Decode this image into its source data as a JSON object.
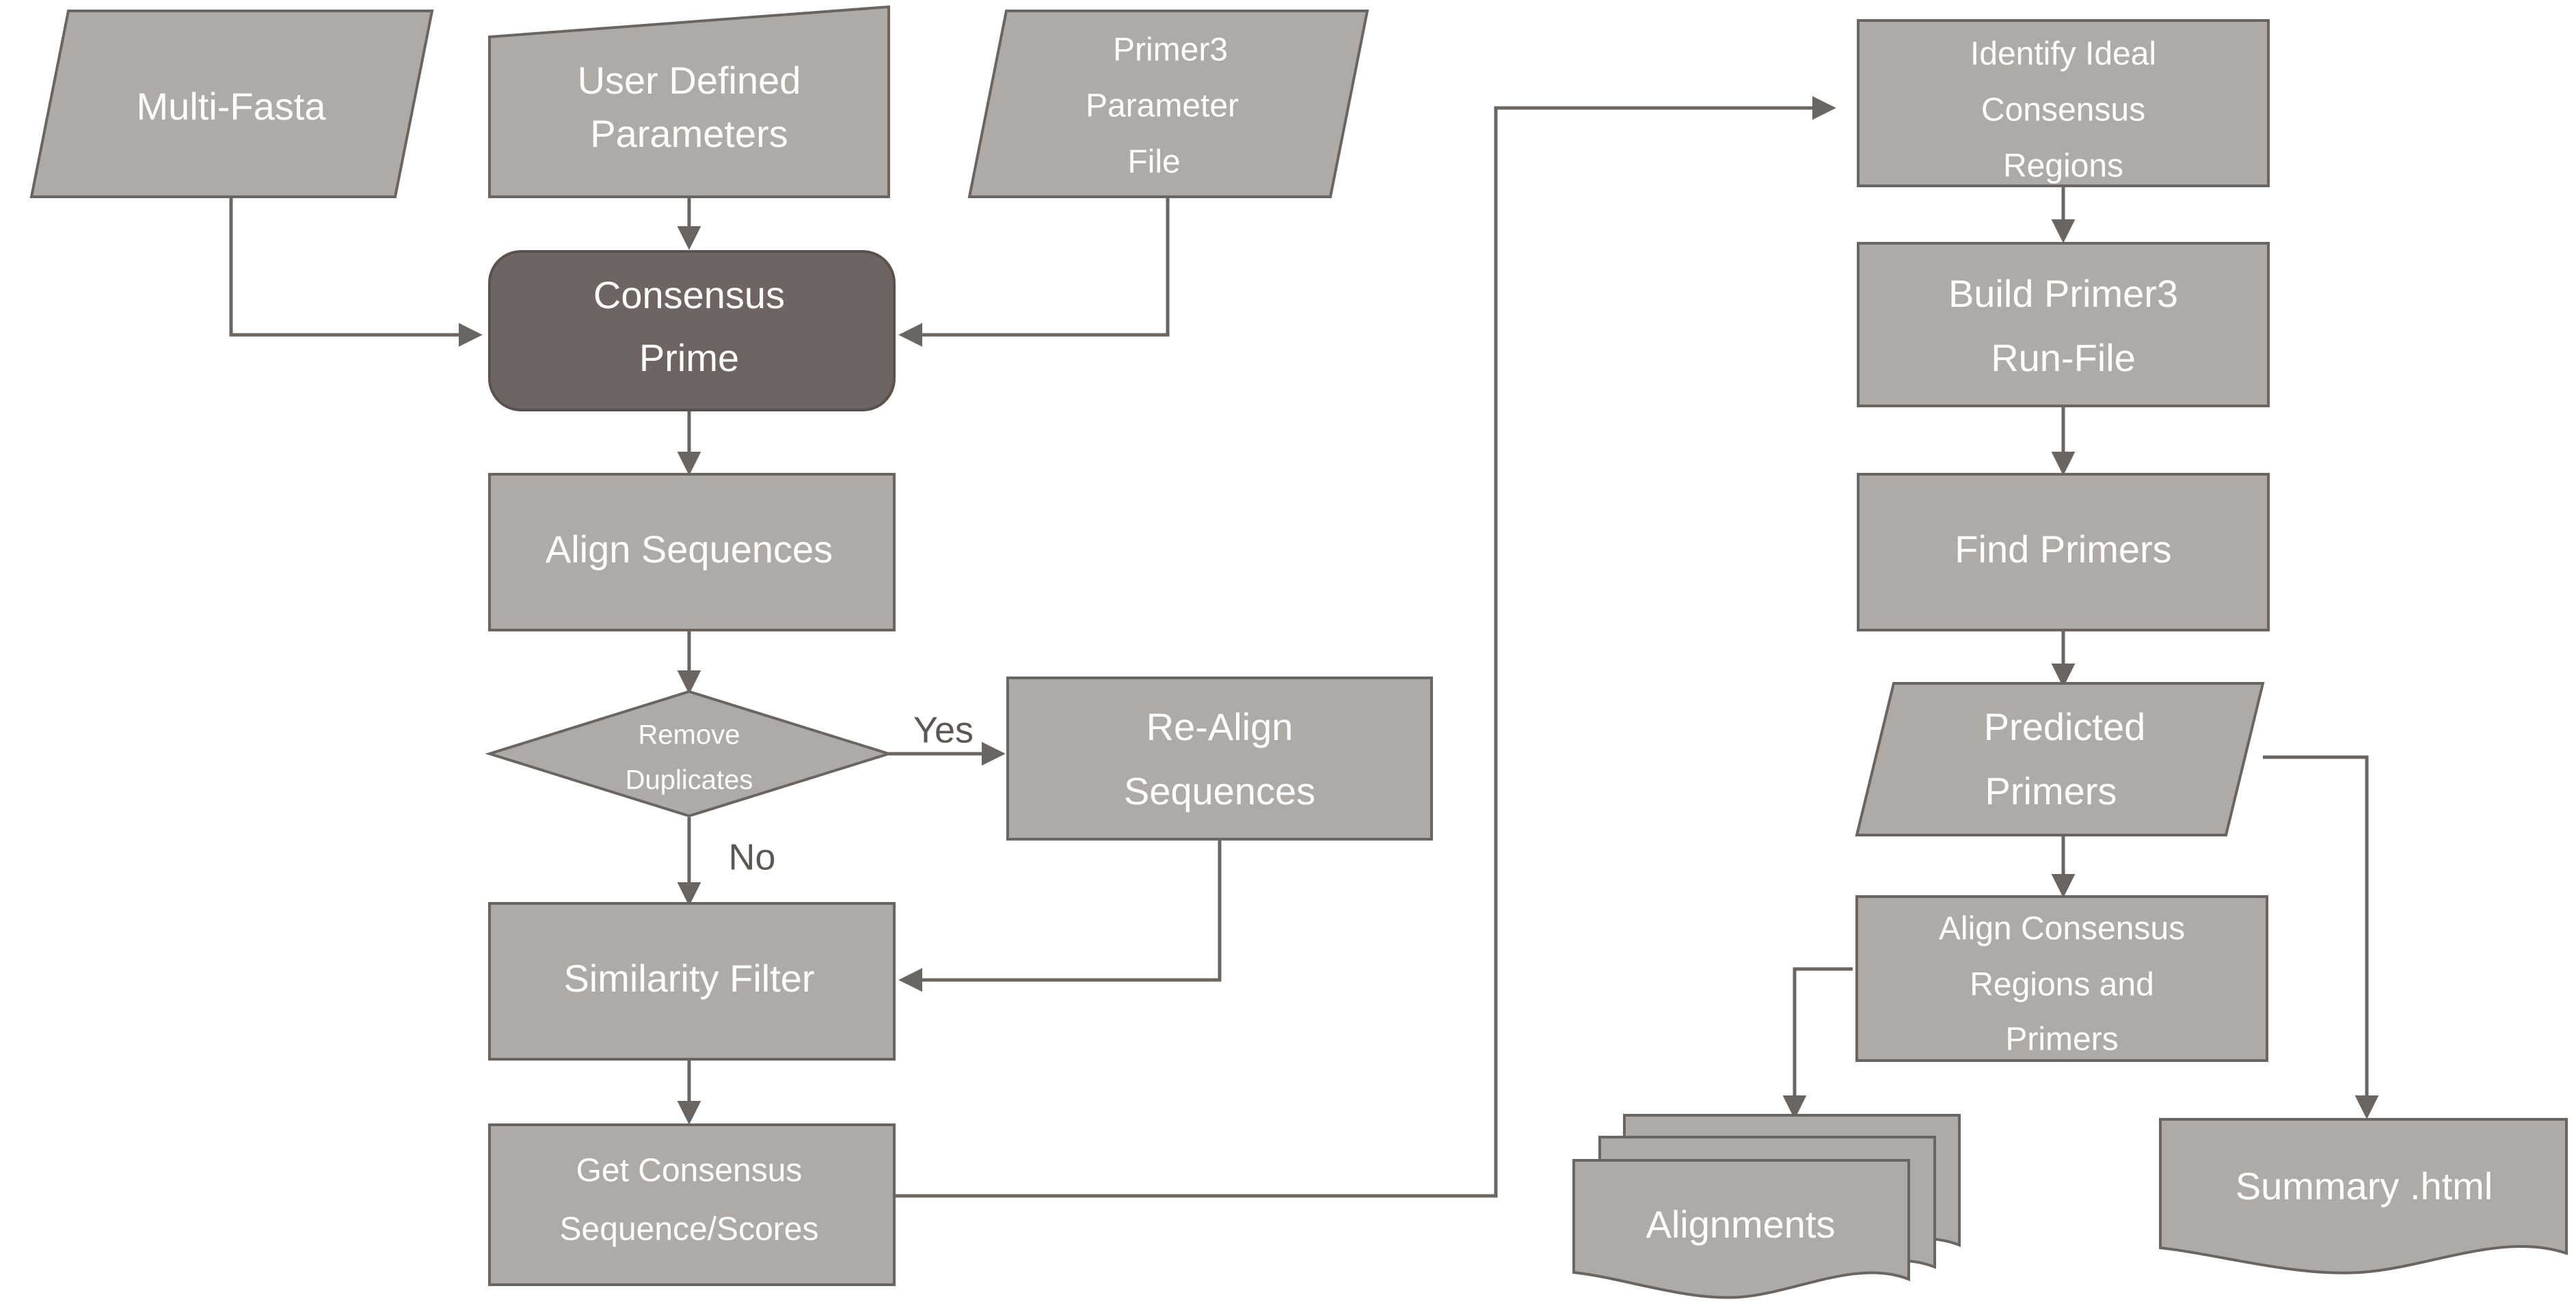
{
  "diagram": {
    "title": "Consensus Prime workflow flowchart",
    "colors": {
      "node_fill": "#b0aaa7",
      "node_stroke": "#6b6562",
      "highlight_fill": "#6e6461",
      "label_text": "#ffffff",
      "edge_label_text": "#5d5754",
      "background": "#ffffff"
    },
    "nodes": [
      {
        "id": "multi-fasta",
        "label": "Multi-Fasta",
        "shape": "parallelogram"
      },
      {
        "id": "user-parameters",
        "label_line1": "User Defined",
        "label_line2": "Parameters",
        "shape": "slanted-top-box"
      },
      {
        "id": "primer3-param-file",
        "label_line1": "Primer3",
        "label_line2": "Parameter",
        "label_line3": "File",
        "shape": "parallelogram"
      },
      {
        "id": "consensus-prime",
        "label_line1": "Consensus",
        "label_line2": "Prime",
        "shape": "rounded-rect"
      },
      {
        "id": "align-sequences",
        "label": "Align Sequences",
        "shape": "rect"
      },
      {
        "id": "remove-duplicates",
        "label_line1": "Remove",
        "label_line2": "Duplicates",
        "shape": "diamond"
      },
      {
        "id": "re-align-sequences",
        "label_line1": "Re-Align",
        "label_line2": "Sequences",
        "shape": "rect"
      },
      {
        "id": "similarity-filter",
        "label": "Similarity Filter",
        "shape": "rect"
      },
      {
        "id": "get-consensus",
        "label_line1": "Get Consensus",
        "label_line2": "Sequence/Scores",
        "shape": "rect"
      },
      {
        "id": "identify-regions",
        "label_line1": "Identify  Ideal",
        "label_line2": "Consensus",
        "label_line3": "Regions",
        "shape": "rect"
      },
      {
        "id": "build-run-file",
        "label_line1": "Build Primer3",
        "label_line2": "Run-File",
        "shape": "rect"
      },
      {
        "id": "find-primers",
        "label": "Find Primers",
        "shape": "rect"
      },
      {
        "id": "predicted-primers",
        "label_line1": "Predicted",
        "label_line2": "Primers",
        "shape": "parallelogram"
      },
      {
        "id": "align-regions",
        "label_line1": "Align Consensus",
        "label_line2": "Regions and",
        "label_line3": "Primers",
        "shape": "rect"
      },
      {
        "id": "alignments",
        "label": "Alignments",
        "shape": "multi-document"
      },
      {
        "id": "summary-html",
        "label": "Summary .html",
        "shape": "document"
      }
    ],
    "edge_labels": {
      "yes": "Yes",
      "no": "No"
    }
  }
}
